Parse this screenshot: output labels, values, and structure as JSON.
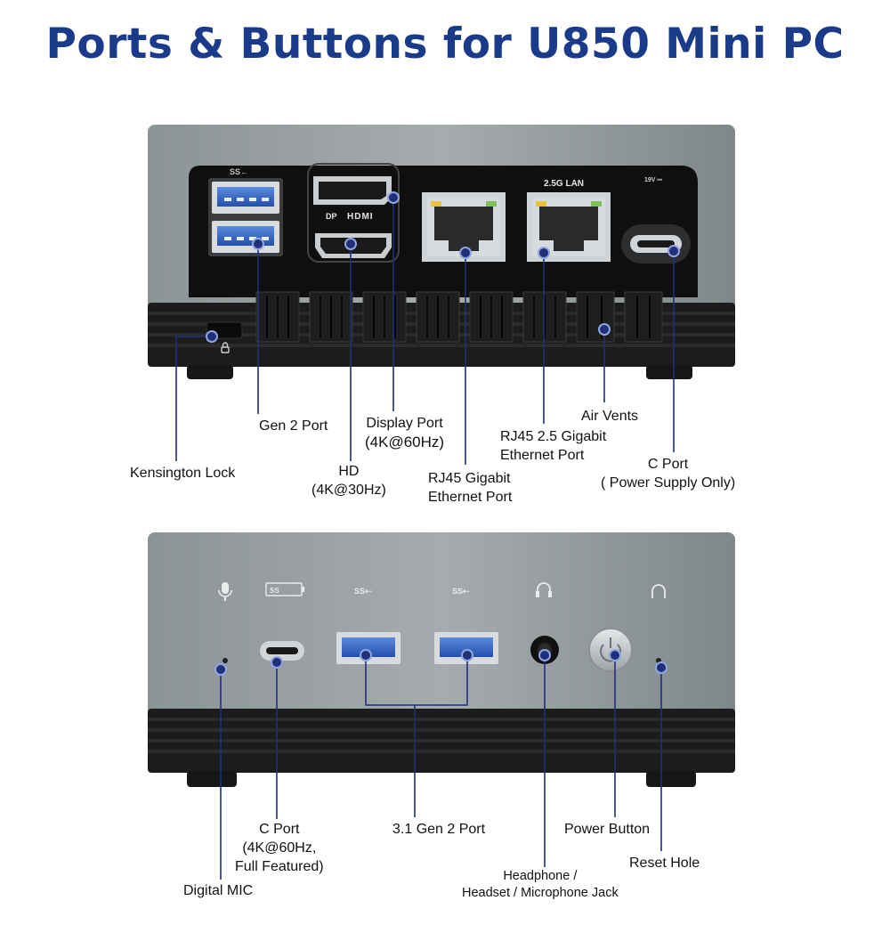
{
  "title": "Ports & Buttons for U850 Mini PC",
  "colors": {
    "title": "#1a3a8a",
    "case_top": "#7e8689",
    "case_bottom": "#1c1c1c",
    "usb_blue": "#2e63c7",
    "lead_line": "#1f2f7a"
  },
  "rear_panel": {
    "markings": {
      "usb": "SS←",
      "dp": "DP",
      "hdmi": "HDMI",
      "lan25": "2.5G LAN",
      "power": "19V ⎓"
    },
    "labels": {
      "kensington": "Kensington Lock",
      "gen2_port": "Gen 2 Port",
      "hd_line1": "HD",
      "hd_line2": "(4K@30Hz)",
      "display_port_line1": "Display Port",
      "display_port_line2": "(4K@60Hz)",
      "rj45_gigabit_line1": "RJ45 Gigabit",
      "rj45_gigabit_line2": "Ethernet Port",
      "rj45_25_line1": "RJ45 2.5 Gigabit",
      "rj45_25_line2": "Ethernet Port",
      "air_vents": "Air Vents",
      "c_port_line1": "C Port",
      "c_port_line2": "( Power Supply Only)"
    }
  },
  "front_panel": {
    "icons": [
      "microphone-icon",
      "usb-c-ss-icon",
      "usb-ss-icon",
      "usb-ss-icon",
      "headset-icon",
      "reset-icon",
      "power-icon",
      "lock-icon"
    ],
    "labels": {
      "digital_mic": "Digital MIC",
      "c_port_line1": "C Port",
      "c_port_line2": "(4K@60Hz,",
      "c_port_line3": "Full Featured)",
      "gen2_port": "3.1 Gen 2 Port",
      "headphone_line1": "Headphone /",
      "headphone_line2": "Headset / Microphone Jack",
      "power_button": "Power Button",
      "reset_hole": "Reset Hole"
    }
  }
}
